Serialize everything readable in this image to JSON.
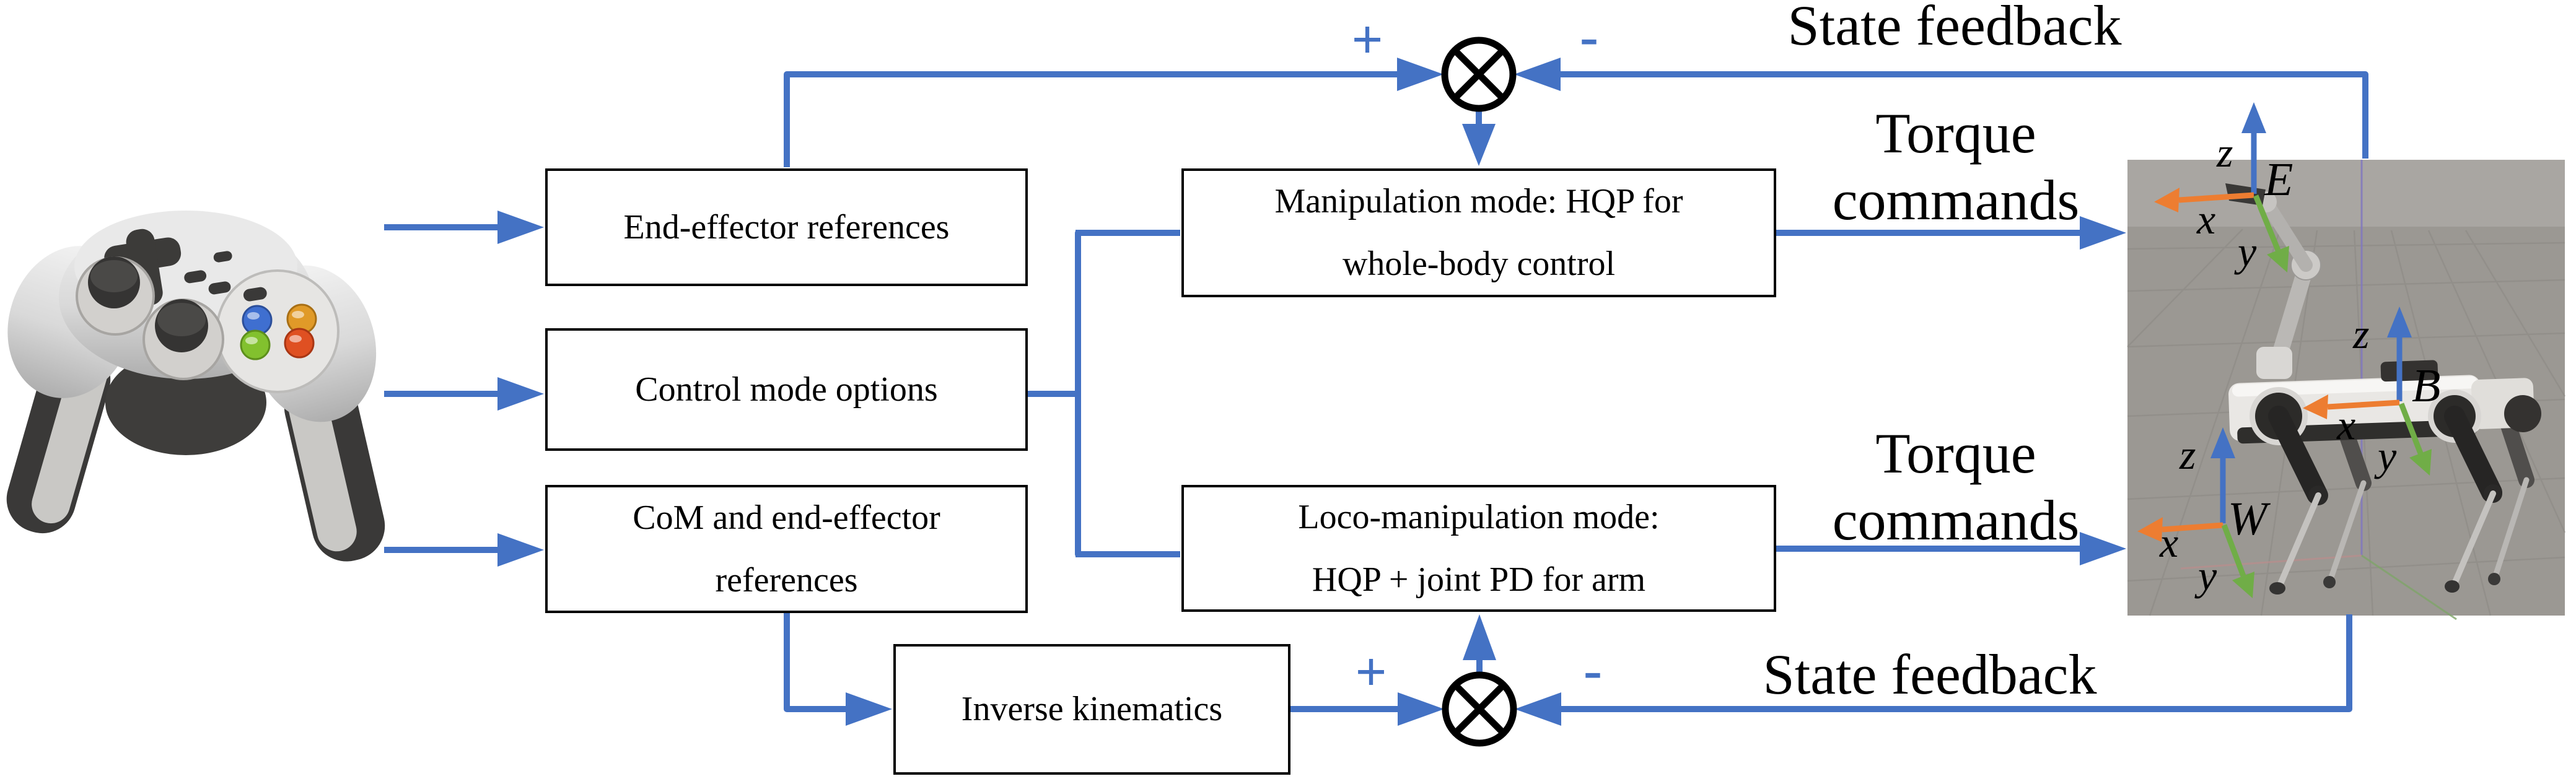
{
  "palette": {
    "flow_blue": "#4472C4",
    "axis_orange": "#ED7D31",
    "axis_green": "#70AD47",
    "axis_blue": "#4472C4",
    "box_border": "#000000",
    "sim_background": "#a9a6a2"
  },
  "boxes": {
    "end_effector": {
      "label": "End-effector references"
    },
    "control_mode": {
      "label": "Control mode options"
    },
    "com": {
      "line1": "CoM and end-effector",
      "line2": "references"
    },
    "manipulation": {
      "line1": "Manipulation mode: HQP for",
      "line2": "whole-body control"
    },
    "loco": {
      "line1": "Loco-manipulation mode:",
      "line2": "HQP + joint PD for arm"
    },
    "ik": {
      "label": "Inverse kinematics"
    }
  },
  "labels": {
    "state_feedback_top": "State feedback",
    "state_feedback_bottom": "State feedback",
    "torque_top": {
      "line1": "Torque",
      "line2": "commands"
    },
    "torque_bottom": {
      "line1": "Torque",
      "line2": "commands"
    },
    "plus_top": "+",
    "minus_top": "-",
    "plus_bottom": "+",
    "minus_bottom": "-"
  },
  "frames": {
    "e": {
      "name": "E",
      "x": "x",
      "y": "y",
      "z": "z"
    },
    "b": {
      "name": "B",
      "x": "x",
      "y": "y",
      "z": "z"
    },
    "w": {
      "name": "W",
      "x": "x",
      "y": "y",
      "z": "z"
    }
  }
}
